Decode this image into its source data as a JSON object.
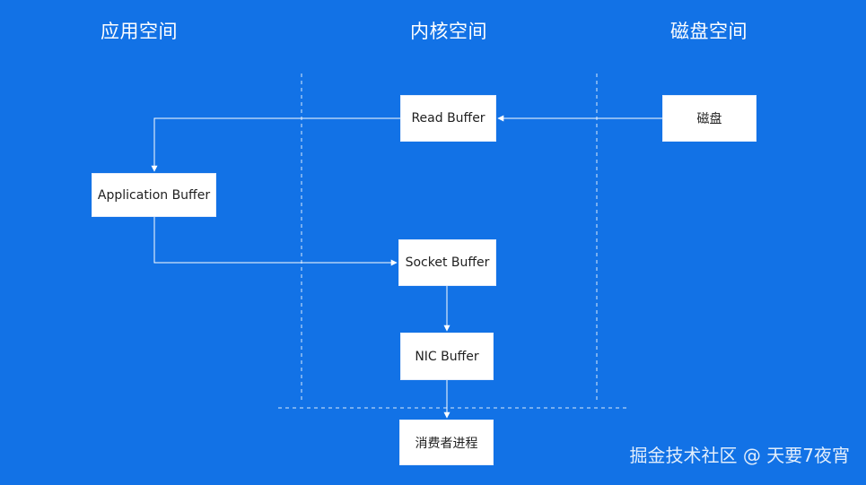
{
  "columns": {
    "app": "应用空间",
    "kernel": "内核空间",
    "disk": "磁盘空间"
  },
  "nodes": {
    "read_buffer": "Read Buffer",
    "disk": "磁盘",
    "app_buffer": "Application Buffer",
    "socket_buffer": "Socket Buffer",
    "nic_buffer": "NIC Buffer",
    "consumer": "消费者进程"
  },
  "watermark": "掘金技术社区 @ 天要7夜宵",
  "colors": {
    "background": "#1272e6",
    "line": "#ffffff",
    "node": "#ffffff"
  }
}
